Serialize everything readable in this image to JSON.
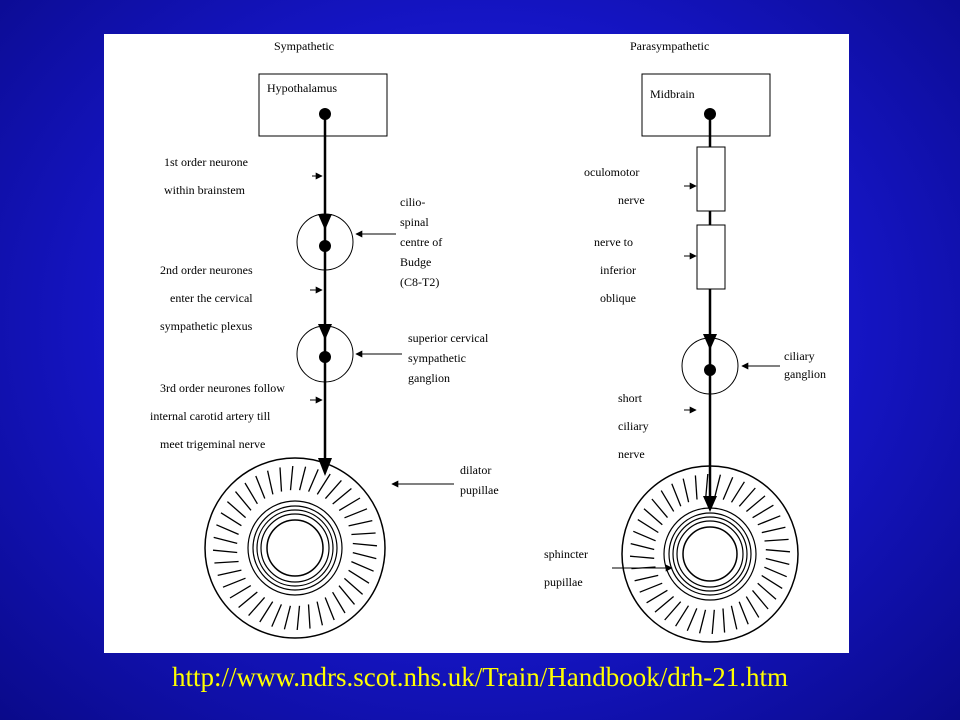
{
  "sympathetic": {
    "title": "Sympathetic",
    "origin": "Hypothalamus",
    "labels": {
      "first_order": [
        "1st order neurone",
        "within brainstem"
      ],
      "ciliospinal": [
        "cilio-",
        "spinal",
        "centre of",
        "Budge",
        "(C8-T2)"
      ],
      "second_order": [
        "2nd order neurones",
        "enter the cervical",
        "sympathetic plexus"
      ],
      "superior_cervical": [
        "superior cervical",
        "sympathetic",
        "ganglion"
      ],
      "third_order": [
        "3rd order neurones follow",
        "internal carotid artery till",
        "meet trigeminal nerve"
      ],
      "dilator": [
        "dilator",
        "pupillae"
      ]
    }
  },
  "parasympathetic": {
    "title": "Parasympathetic",
    "origin": "Midbrain",
    "labels": {
      "oculomotor": [
        "oculomotor",
        "nerve"
      ],
      "inferior_oblique": [
        "nerve to",
        "inferior",
        "oblique"
      ],
      "ciliary_ganglion": [
        "ciliary",
        "ganglion"
      ],
      "short_ciliary": [
        "short",
        "ciliary",
        "nerve"
      ],
      "sphincter": [
        "sphincter",
        "pupillae"
      ]
    }
  },
  "source_url": "http://www.ndrs.scot.nhs.uk/Train/Handbook/drh-21.htm"
}
